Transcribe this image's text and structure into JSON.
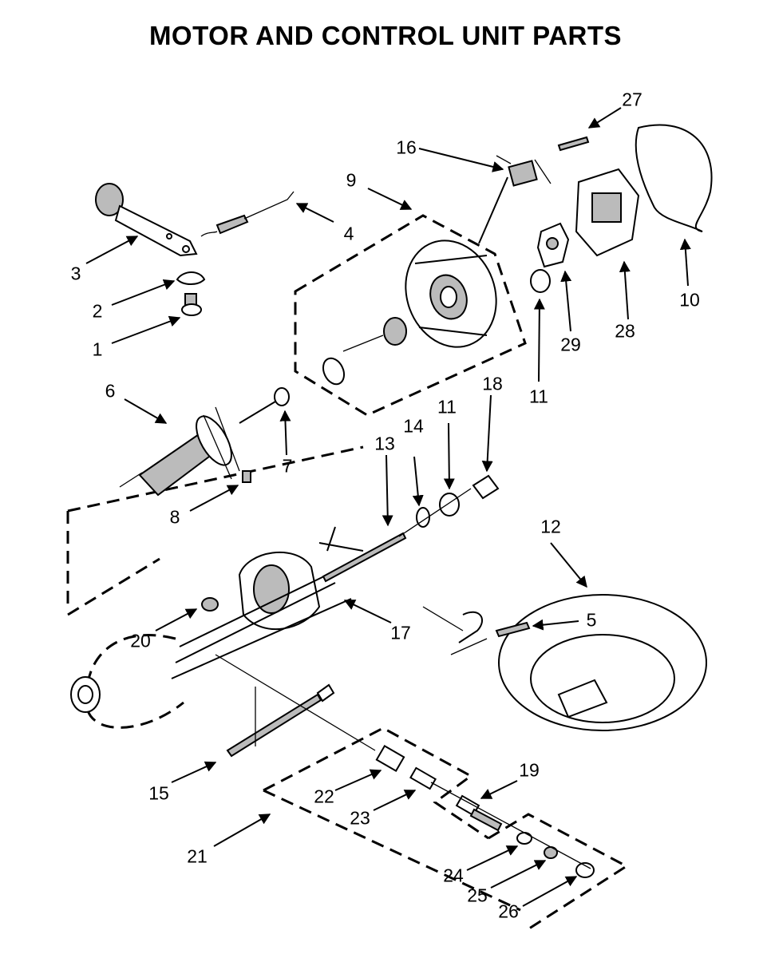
{
  "title": "MOTOR AND CONTROL UNIT PARTS",
  "callouts": [
    {
      "id": "c1",
      "number": "1"
    },
    {
      "id": "c2",
      "number": "2"
    },
    {
      "id": "c3",
      "number": "3"
    },
    {
      "id": "c4",
      "number": "4"
    },
    {
      "id": "c5",
      "number": "5"
    },
    {
      "id": "c6",
      "number": "6"
    },
    {
      "id": "c7",
      "number": "7"
    },
    {
      "id": "c8",
      "number": "8"
    },
    {
      "id": "c9",
      "number": "9"
    },
    {
      "id": "c10",
      "number": "10"
    },
    {
      "id": "c11a",
      "number": "11"
    },
    {
      "id": "c11b",
      "number": "11"
    },
    {
      "id": "c12",
      "number": "12"
    },
    {
      "id": "c13",
      "number": "13"
    },
    {
      "id": "c14",
      "number": "14"
    },
    {
      "id": "c15",
      "number": "15"
    },
    {
      "id": "c16",
      "number": "16"
    },
    {
      "id": "c17",
      "number": "17"
    },
    {
      "id": "c18",
      "number": "18"
    },
    {
      "id": "c19",
      "number": "19"
    },
    {
      "id": "c20",
      "number": "20"
    },
    {
      "id": "c21",
      "number": "21"
    },
    {
      "id": "c22",
      "number": "22"
    },
    {
      "id": "c23",
      "number": "23"
    },
    {
      "id": "c24",
      "number": "24"
    },
    {
      "id": "c25",
      "number": "25"
    },
    {
      "id": "c26",
      "number": "26"
    },
    {
      "id": "c27",
      "number": "27"
    },
    {
      "id": "c28",
      "number": "28"
    },
    {
      "id": "c29",
      "number": "29"
    }
  ]
}
